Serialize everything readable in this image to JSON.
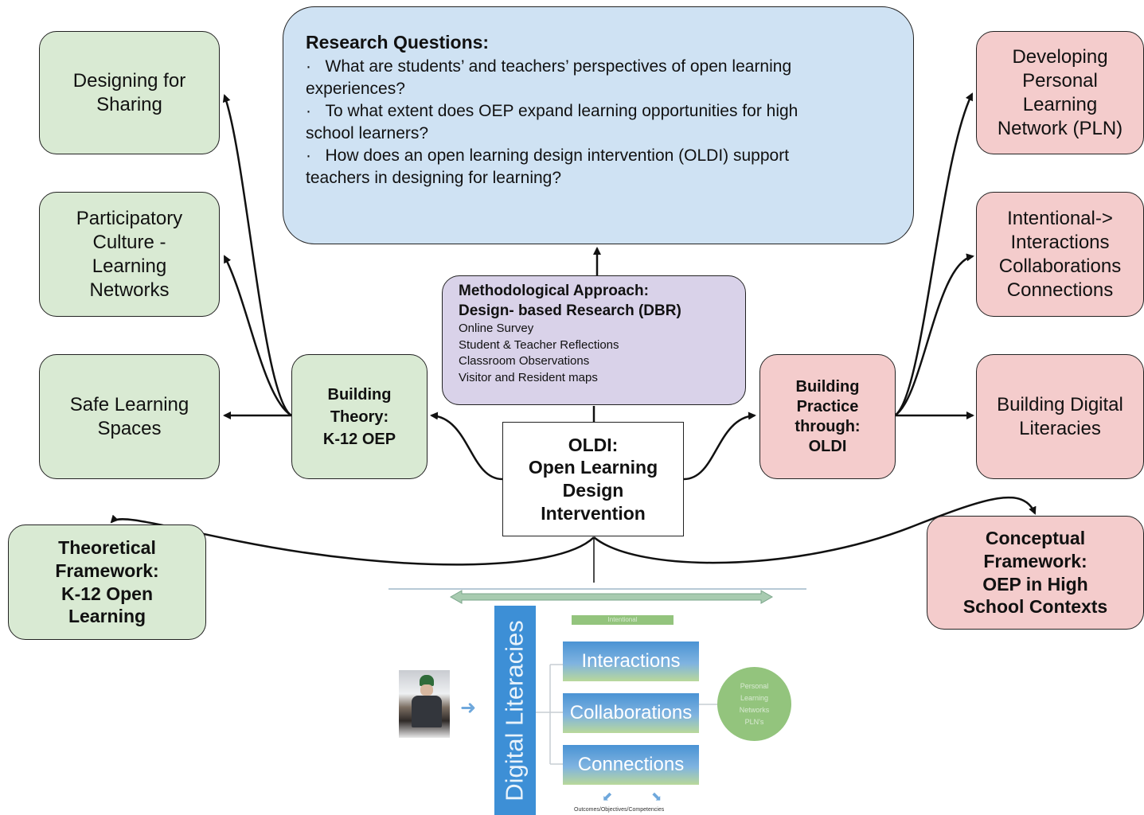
{
  "research": {
    "title": "Research Questions:",
    "bullet": "·",
    "items": [
      "What are students’ and teachers’ perspectives of open learning experiences?",
      "To what extent does OEP expand learning opportunities for high school learners?",
      "How does an open learning design intervention (OLDI) support teachers in designing for learning?"
    ],
    "lines": [
      [
        "·",
        "What are students’ and teachers’ perspectives of open learning"
      ],
      [
        "",
        "experiences?"
      ],
      [
        "·",
        "To what extent does OEP expand learning opportunities for high"
      ],
      [
        "",
        "school learners?"
      ],
      [
        "·",
        "How does an open learning design intervention (OLDI) support"
      ],
      [
        "",
        "teachers in designing for learning?"
      ]
    ]
  },
  "method": {
    "title_line1": "Methodological Approach:",
    "title_line2": "Design- based Research (DBR)",
    "items": [
      "Online Survey",
      "Student & Teacher Reflections",
      "Classroom Observations",
      "Visitor and Resident maps"
    ]
  },
  "oldi": {
    "line1": "OLDI:",
    "line2": "Open Learning",
    "line3": "Design",
    "line4": "Intervention"
  },
  "left_boxes": {
    "designing": [
      "Designing for",
      "Sharing"
    ],
    "participatory": [
      "Participatory",
      "Culture -",
      "Learning",
      "Networks"
    ],
    "safe": [
      "Safe Learning",
      "Spaces"
    ],
    "building_theory": [
      "Building",
      "Theory:",
      "K-12 OEP"
    ],
    "theoretical": [
      "Theoretical",
      "Framework:",
      "K-12 Open",
      "Learning"
    ]
  },
  "right_boxes": {
    "pln": [
      "Developing",
      "Personal",
      "Learning",
      "Network (PLN)"
    ],
    "intentional": [
      "Intentional->",
      "Interactions",
      "Collaborations",
      "Connections"
    ],
    "digital": [
      "Building Digital",
      "Literacies"
    ],
    "building_practice": [
      "Building",
      "Practice",
      "through:",
      "OLDI"
    ],
    "conceptual": [
      "Conceptual",
      "Framework:",
      "OEP in High",
      "School Contexts"
    ]
  },
  "figure": {
    "digital_literacies": "Digital Literacies",
    "intentional": "Intentional",
    "bands": [
      "Interactions",
      "Collaborations",
      "Connections"
    ],
    "pln_circle": [
      "Personal",
      "Learning",
      "Networks",
      "PLN's"
    ],
    "outcomes": "Outcomes/Objectives/Competencies"
  },
  "colors": {
    "green_box": "#d9ead3",
    "pink_box": "#f4cccc",
    "blue_box": "#cfe2f3",
    "purple_box": "#d9d2e9",
    "figure_blue": "#3d8fd6",
    "figure_green": "#93c47d"
  }
}
